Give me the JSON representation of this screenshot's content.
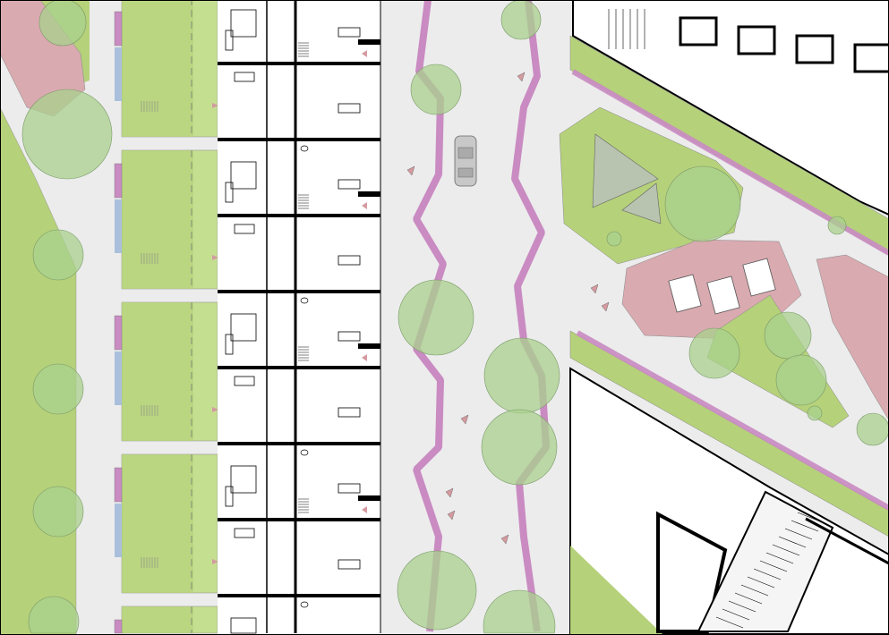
{
  "colors": {
    "paving": "#ececec",
    "grass": "#b5d17a",
    "grass_light": "#c5df91",
    "play_area": "#d9aab0",
    "tree": "#a9d08e",
    "path_purple": "#c98bc2",
    "water_blue": "#a9bfdc",
    "building": "#ffffff",
    "wall": "#000000",
    "marker": "#d49aa0",
    "car": "#c8c8c8",
    "sail": "#b9c4b0"
  },
  "houses": [
    {
      "unit": 1
    },
    {
      "unit": 2
    },
    {
      "unit": 3
    },
    {
      "unit": 4
    },
    {
      "unit": 5
    }
  ],
  "street_trees": 7,
  "units_per_row": 5
}
